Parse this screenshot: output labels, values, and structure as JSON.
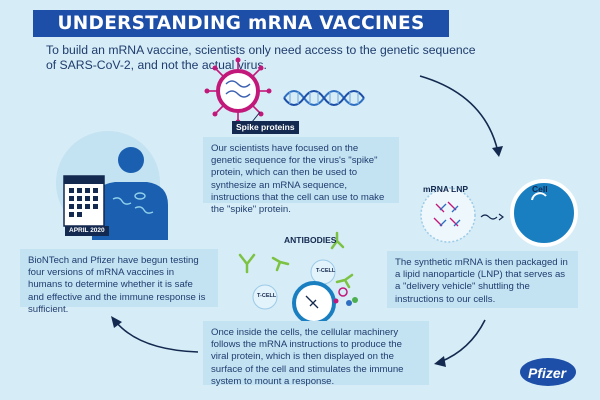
{
  "title": "UNDERSTANDING mRNA VACCINES",
  "intro": "To build an mRNA vaccine, scientists only need access to the genetic sequence of SARS-CoV-2, and not the actual virus.",
  "labels": {
    "spike_proteins": "Spike proteins",
    "mrna_lnp": "mRNA LNP",
    "cell": "Cell",
    "antibodies": "ANTIBODIES",
    "t_cell": "T-CELL",
    "b_cell": "T-CELL",
    "calendar": "APRIL 2020"
  },
  "steps": {
    "step1": "Our scientists have focused on the genetic sequence for the virus's \"spike\" protein, which can then be used to synthesize an mRNA sequence, instructions that the cell can use to make the \"spike\" protein.",
    "step2": "The synthetic mRNA is then packaged in a lipid nanoparticle (LNP) that serves as a \"delivery vehicle\" shuttling the instructions to our cells.",
    "step3": "Once inside the cells, the cellular machinery follows the mRNA instructions to produce the viral protein, which is then displayed on the surface of the cell and stimulates the immune system to mount a response.",
    "step4": "BioNTech and Pfizer have begun testing four versions of mRNA vaccines in humans to determine whether it is safe and effective and the immune response is sufficient."
  },
  "logo": "Pfizer",
  "colors": {
    "background": "#d6ecf6",
    "title_bar": "#1d4fa8",
    "text": "#1f3d6e",
    "box": "#c3e2f2",
    "virus": "#c2187a",
    "cell_fill": "#1a7fc1"
  }
}
